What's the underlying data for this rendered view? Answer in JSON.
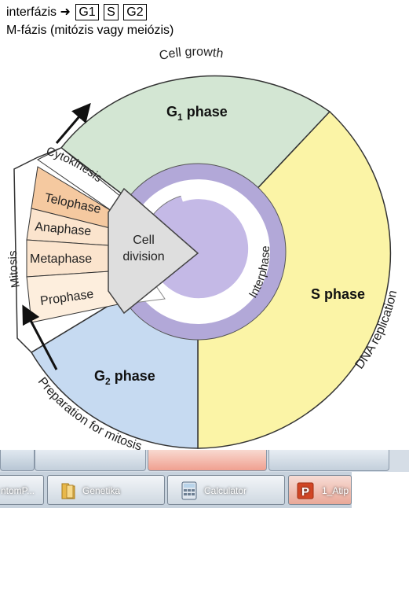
{
  "caption": {
    "line1_prefix": "interfázis ➜",
    "boxes": [
      "G1",
      "S",
      "G2"
    ],
    "line2": "M-fázis (mitózis vagy meiózis)"
  },
  "diagram": {
    "g1": "G",
    "g1_sub": "1",
    "g1_suffix": " phase",
    "s": "S phase",
    "g2": "G",
    "g2_sub": "2",
    "g2_suffix": " phase",
    "cell_growth": "Cell growth",
    "dna_replication": "DNA replication",
    "preparation": "Preparation for mitosis",
    "interphase": "Interphase",
    "cell_division_1": "Cell",
    "cell_division_2": "division",
    "mitosis": "Mitosis",
    "cytokinesis": "Cytokinesis",
    "telophase": "Telophase",
    "anaphase": "Anaphase",
    "metaphase": "Metaphase",
    "prophase": "Prophase",
    "colors": {
      "g1": "#d3e6d3",
      "s": "#fbf4a6",
      "g2": "#c6daf1",
      "interphase_ring": "#b2a8d8",
      "center": "#c4b9e6",
      "mitosis": "#fbe4cd",
      "telophase": "#f5c9a0",
      "wedge": "#dedede"
    }
  },
  "taskbar": {
    "items": [
      {
        "label": "ntomP...",
        "icon": "app-icon"
      },
      {
        "label": "Genetika",
        "icon": "folder-icon"
      },
      {
        "label": "Calculator",
        "icon": "calculator-icon"
      },
      {
        "label": "1_Atip",
        "icon": "powerpoint-icon"
      }
    ]
  }
}
